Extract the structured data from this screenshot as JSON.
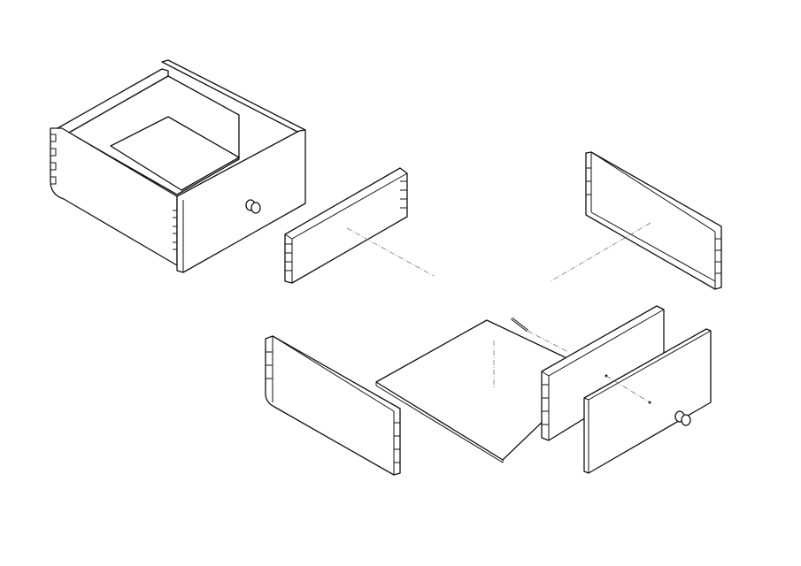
{
  "diagram": {
    "type": "exploded-assembly-line-drawing",
    "colors": {
      "line": "#111111",
      "background": "#ffffff",
      "centerline": "#777777"
    },
    "parts": [
      "assembled-drawer",
      "left-side-panel",
      "right-side-panel",
      "other-side-panel",
      "bottom-panel",
      "back-panel",
      "front-panel",
      "knob",
      "screw"
    ]
  }
}
